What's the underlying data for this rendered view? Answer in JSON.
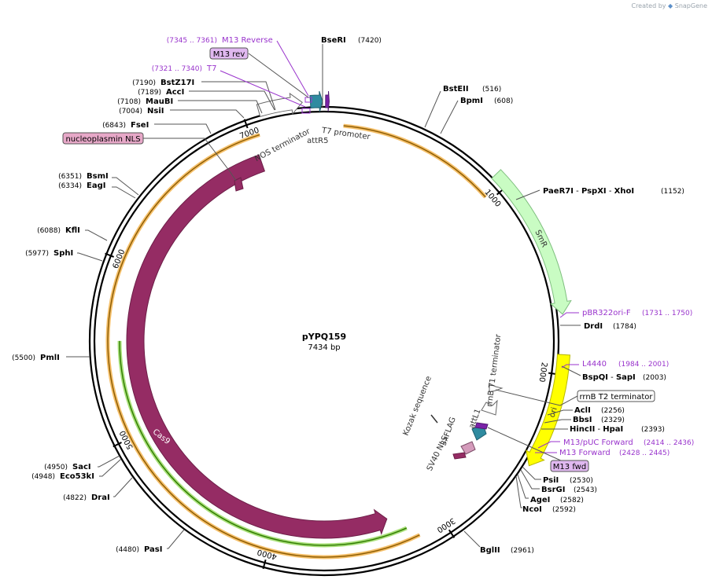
{
  "brand": {
    "created_by": "Created by",
    "app": "SnapGene"
  },
  "plasmid": {
    "name": "pYPQ159",
    "size_label": "7434 bp",
    "length": 7434
  },
  "ticks": [
    {
      "bp": 1000,
      "label": "1000"
    },
    {
      "bp": 2000,
      "label": "2000"
    },
    {
      "bp": 3000,
      "label": "3000"
    },
    {
      "bp": 4000,
      "label": "4000"
    },
    {
      "bp": 5000,
      "label": "5000"
    },
    {
      "bp": 6000,
      "label": "6000"
    },
    {
      "bp": 7000,
      "label": "7000"
    }
  ],
  "features": [
    {
      "name": "SmR",
      "label": "SmR",
      "start": 920,
      "end": 1700,
      "radius": 305,
      "color": "#c9fcc3",
      "stroke": "#7fbf7f",
      "label_color": "#333333",
      "dir": 1
    },
    {
      "name": "ori",
      "label": "ori",
      "start": 1900,
      "end": 2480,
      "radius": 305,
      "color": "#ffff00",
      "stroke": "#b9b900",
      "label_color": "#333333",
      "dir": 1
    },
    {
      "name": "cas9",
      "label": "Cas9",
      "start": 3290,
      "end": 7010,
      "radius": 240,
      "color": "#952c64",
      "stroke": "#6d1e48",
      "label_color": "#ffffff",
      "dir": -1
    },
    {
      "name": "nos-terminator",
      "label": "NOS terminator",
      "start": 7080,
      "end": 7300,
      "radius": 305,
      "color": "#ffffff",
      "stroke": "#666666",
      "label_color": "#333333",
      "dir": 1
    },
    {
      "name": "attr5",
      "label": "attR5",
      "start": 7340,
      "end": 7400,
      "radius": 305,
      "color": "#2f8ba0",
      "stroke": "#1f6070",
      "label_color": "#333333",
      "dir": 1
    },
    {
      "name": "t7-promoter",
      "label": "T7 promoter",
      "start": 7415,
      "end": 7433,
      "radius": 305,
      "color": "#7a22a8",
      "stroke": "#501970",
      "label_color": "#333333",
      "dir": 1
    }
  ],
  "inner_labels": [
    {
      "name": "rrnb-t1-terminator",
      "text": "rrnB T1 terminator"
    },
    {
      "name": "kozak-sequence",
      "text": "Kozak sequence"
    },
    {
      "name": "3xflag",
      "text": "3xFLAG"
    },
    {
      "name": "attl1",
      "text": "attL1"
    },
    {
      "name": "sv40-nls",
      "text": "SV40 NLS"
    }
  ],
  "sites_left": [
    {
      "name": "bsezi-label",
      "text": "BseRI",
      "pos": "(7420)"
    },
    {
      "name": "bstz17i",
      "text": "BstZ17I",
      "pos": "(7190)"
    },
    {
      "name": "acci",
      "text": "AccI",
      "pos": "(7189)"
    },
    {
      "name": "maubi",
      "text": "MauBI",
      "pos": "(7108)"
    },
    {
      "name": "nsii",
      "text": "NsiI",
      "pos": "(7004)"
    },
    {
      "name": "fsei",
      "text": "FseI",
      "pos": "(6843)"
    },
    {
      "name": "bsmi",
      "text": "BsmI",
      "pos": "(6351)"
    },
    {
      "name": "eagi",
      "text": "EagI",
      "pos": "(6334)"
    },
    {
      "name": "kfli",
      "text": "KflI",
      "pos": "(6088)"
    },
    {
      "name": "sphi",
      "text": "SphI",
      "pos": "(5977)"
    },
    {
      "name": "pmli",
      "text": "PmlI",
      "pos": "(5500)"
    },
    {
      "name": "saci",
      "text": "SacI",
      "pos": "(4950)"
    },
    {
      "name": "eco53ki",
      "text": "Eco53kI",
      "pos": "(4948)"
    },
    {
      "name": "drai",
      "text": "DraI",
      "pos": "(4822)"
    },
    {
      "name": "pasi",
      "text": "PasI",
      "pos": "(4480)"
    }
  ],
  "sites_right": [
    {
      "name": "bsteii",
      "text": "BstEII",
      "pos": "(516)"
    },
    {
      "name": "bpmi",
      "text": "BpmI",
      "pos": "(608)"
    },
    {
      "name": "paer7i",
      "text": "PaeR7I",
      "sep1": " - ",
      "text2": "PspXI",
      "sep2": " - ",
      "text3": "XhoI",
      "pos": "(1152)"
    },
    {
      "name": "drdi",
      "text": "DrdI",
      "pos": "(1784)"
    },
    {
      "name": "bspqi",
      "text": "BspQI",
      "sep1": " - ",
      "text2": "SapI",
      "pos": "(2003)"
    },
    {
      "name": "acli",
      "text": "AclI",
      "pos": "(2256)"
    },
    {
      "name": "bbsi",
      "text": "BbsI",
      "pos": "(2329)"
    },
    {
      "name": "hincii",
      "text": "HincII",
      "sep1": " - ",
      "text2": "HpaI",
      "pos": "(2393)"
    },
    {
      "name": "psii",
      "text": "PsiI",
      "pos": "(2530)"
    },
    {
      "name": "bsrgi",
      "text": "BsrGI",
      "pos": "(2543)"
    },
    {
      "name": "agei",
      "text": "AgeI",
      "pos": "(2582)"
    },
    {
      "name": "ncoi",
      "text": "NcoI",
      "pos": "(2592)"
    },
    {
      "name": "bglii",
      "text": "BglII",
      "pos": "(2961)"
    }
  ],
  "primers": [
    {
      "name": "m13-reverse",
      "text": "M13 Reverse",
      "pos": "(7345 .. 7361)"
    },
    {
      "name": "t7",
      "text": "T7",
      "pos": "(7321 .. 7340)"
    },
    {
      "name": "pbr322ori-f",
      "text": "pBR322ori-F",
      "pos": "(1731 .. 1750)"
    },
    {
      "name": "l4440",
      "text": "L4440",
      "pos": "(1984 .. 2001)"
    },
    {
      "name": "m13-puc-forward",
      "text": "M13/pUC Forward",
      "pos": "(2414 .. 2436)"
    },
    {
      "name": "m13-forward",
      "text": "M13 Forward",
      "pos": "(2428 .. 2445)"
    }
  ],
  "boxed_labels": [
    {
      "name": "m13-rev-box",
      "text": "M13 rev"
    },
    {
      "name": "nucleoplasmin-nls-box",
      "text": "nucleoplasmin NLS"
    },
    {
      "name": "rrnb-t2-terminator-box",
      "text": "rrnB T2 terminator"
    },
    {
      "name": "m13-fwd-box",
      "text": "M13 fwd"
    }
  ],
  "colors": {
    "backbone": "#000000",
    "primer": "#9933cc",
    "highlight_orange": "#f5c06b",
    "highlight_green": "#a9e07a",
    "line": "#555555"
  }
}
